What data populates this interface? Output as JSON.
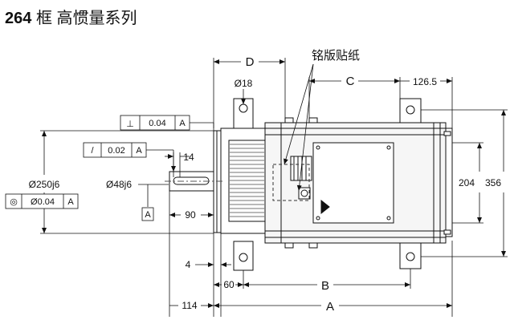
{
  "title": {
    "frame": "264",
    "text": "框 高惯量系列"
  },
  "labels": {
    "nameplate": "铭版贴纸",
    "D": "D",
    "C": "C",
    "B": "B",
    "A": "A",
    "hole_dia": "Ø18",
    "dim_126_5": "126.5",
    "dim_204": "204",
    "dim_356": "356",
    "dim_14": "14",
    "shaft_dia": "Ø48j6",
    "dim_90": "90",
    "pilot_dia": "Ø250j6",
    "dim_4": "4",
    "dim_60": "60",
    "dim_114": "114"
  },
  "gdt": {
    "perpendicularity": {
      "symbol": "⊥",
      "value": "0.04",
      "datum": "A"
    },
    "runout": {
      "symbol": "/",
      "value": "0.02",
      "datum": "A"
    },
    "concentricity": {
      "symbol": "◎",
      "value": "Ø0.04",
      "datum": "A"
    },
    "datum_flag": "A"
  },
  "colors": {
    "line": "#111111",
    "hatch": "#555555",
    "body_fill": "#f6f6f6",
    "box_fill": "#ffffff"
  }
}
